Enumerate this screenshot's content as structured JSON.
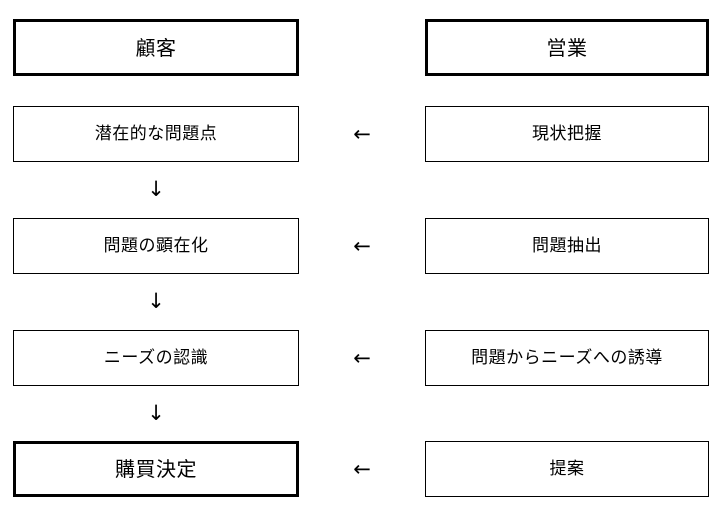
{
  "diagram": {
    "title": "Customer / Sales process alignment flowchart",
    "columns": [
      {
        "key": "customer",
        "header": "顧客"
      },
      {
        "key": "sales",
        "header": "営業"
      }
    ],
    "colors": {
      "background": "#ffffff",
      "stroke": "#000000",
      "text": "#000000"
    },
    "customer_column": {
      "header": "顧客",
      "steps": [
        {
          "label": "潜在的な問題点"
        },
        {
          "label": "問題の顕在化"
        },
        {
          "label": "ニーズの認識"
        },
        {
          "label": "購買決定"
        }
      ]
    },
    "sales_column": {
      "header": "営業",
      "steps": [
        {
          "label": "現状把握"
        },
        {
          "label": "問題抽出"
        },
        {
          "label": "問題からニーズへの誘導"
        },
        {
          "label": "提案"
        }
      ]
    },
    "connectors": {
      "left_arrow_glyph": "←",
      "down_arrow_glyph": "↓",
      "left_arrow_name": "arrow-left-icon",
      "down_arrow_name": "arrow-down-icon",
      "left_arrow_count": 4,
      "down_arrow_count": 3
    }
  }
}
